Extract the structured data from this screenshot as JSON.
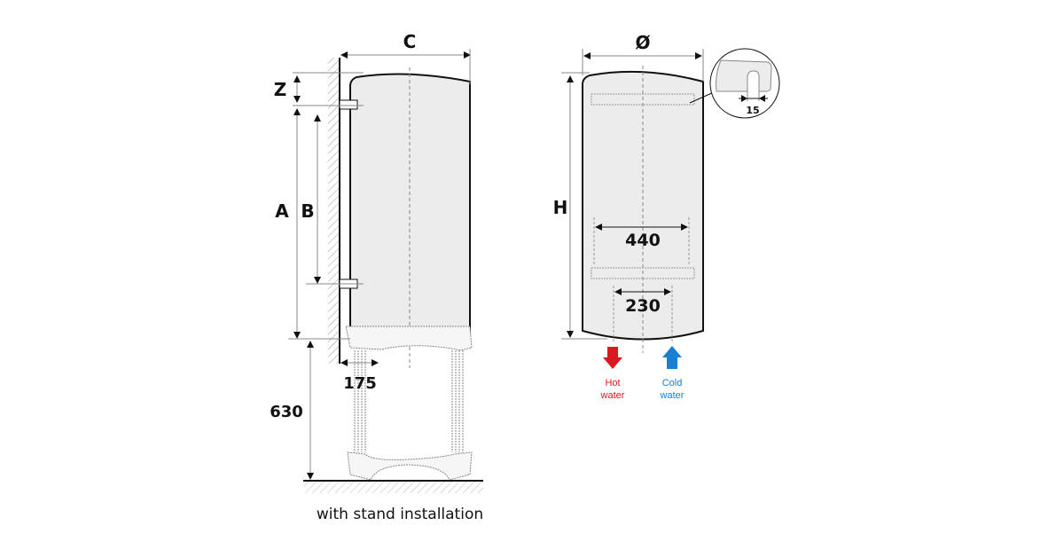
{
  "diagram": {
    "title": "Water heater dimensions",
    "side_view": {
      "labels": {
        "width": "C",
        "top_offset": "Z",
        "height_a": "A",
        "height_b": "B",
        "wall_gap": "175",
        "stand_height": "630"
      },
      "caption": "with stand installation"
    },
    "front_view": {
      "labels": {
        "diameter": "Ø",
        "height": "H",
        "bracket_width": "440",
        "pipe_spacing": "230",
        "slot_width": "15"
      },
      "hot_water": {
        "label_line1": "Hot",
        "label_line2": "water",
        "color": "#d71920"
      },
      "cold_water": {
        "label_line1": "Cold",
        "label_line2": "water",
        "color": "#1a7fd1"
      }
    },
    "colors": {
      "tank_fill": "#ececec",
      "outline": "#111111",
      "dim_line": "#888888"
    }
  }
}
